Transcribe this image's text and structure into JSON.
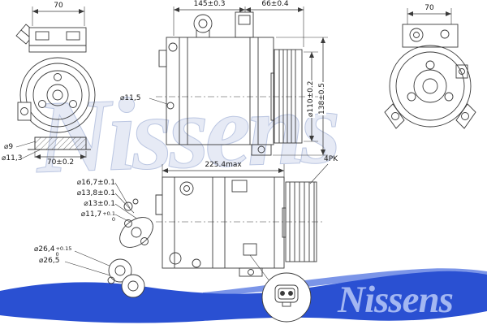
{
  "brand": {
    "watermark_text": "Nissens",
    "band_text": "Nissens",
    "band_color": "#2a50d2",
    "band_highlight_color": "#7b95e8",
    "band_text_color": "#a3b7f2",
    "watermark_color": "#e6eaf5",
    "line_color": "#3a3a3a"
  },
  "views": {
    "front_left": {
      "dim_width_top": "70",
      "dim_base_width": "70±0.2",
      "bolt_dia": "⌀9",
      "bolt_dia2": "⌀11,3"
    },
    "side_top": {
      "dim_body_width": "145±0.3",
      "dim_clutch_width": "66±0.4",
      "hole_dia": "⌀11,5",
      "pulley_dia": "⌀110±0.2",
      "overall_height": "138±0.5"
    },
    "front_right": {
      "dim_width_top": "70"
    },
    "shaft_detail": {
      "d1": "⌀16,7±0.1",
      "d2": "⌀13,8±0.1",
      "d3": "⌀13±0.1",
      "d4": "⌀11,7",
      "d4_tol_up": "+0.1",
      "d4_tol_down": "0"
    },
    "port_detail": {
      "d1": "⌀26,4",
      "d1_tol_up": "+0.15",
      "d1_tol_down": "0",
      "d2": "⌀26,5"
    },
    "side_bottom": {
      "overall_length": "225.4max",
      "belt_type": "4PK"
    }
  }
}
